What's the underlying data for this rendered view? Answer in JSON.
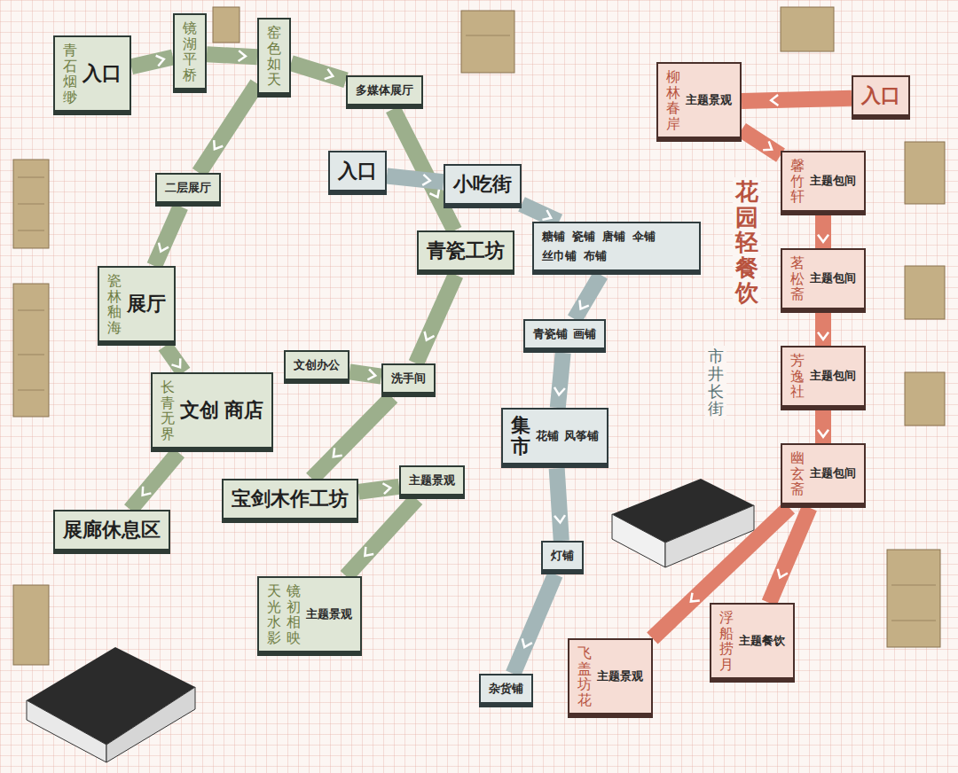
{
  "diagram": {
    "nodes": [
      {
        "text": [
          "青石烟缈",
          "入口"
        ]
      },
      {
        "text": [
          "镜湖平桥"
        ]
      },
      {
        "text": [
          "窑色如天"
        ]
      },
      {
        "text": [
          "多媒体展厅"
        ]
      },
      {
        "text": [
          "二层展厅"
        ]
      },
      {
        "text": [
          "瓷林釉海",
          "展厅"
        ]
      },
      {
        "text": [
          "长青无界",
          "文创",
          "商店"
        ]
      },
      {
        "text": [
          "文创办公"
        ]
      },
      {
        "text": [
          "洗手间"
        ]
      },
      {
        "text": [
          "青瓷工坊"
        ]
      },
      {
        "text": [
          "宝剑木作工坊"
        ]
      },
      {
        "text": [
          "展廊休息区"
        ]
      },
      {
        "text": [
          "主题景观"
        ]
      },
      {
        "text": [
          "天光水影",
          "镜初相映",
          "主题景观"
        ]
      },
      {
        "text": [
          "入口"
        ]
      },
      {
        "text": [
          "小吃街"
        ]
      },
      {
        "text": [
          "糖铺",
          "瓷铺",
          "唐铺",
          "伞铺",
          "丝巾铺",
          "布铺"
        ]
      },
      {
        "text": [
          "柳林春岸",
          "主题景观"
        ]
      },
      {
        "text": [
          "青瓷铺",
          "画铺"
        ]
      },
      {
        "text": [
          "集市",
          "花铺",
          "风筝铺"
        ]
      },
      {
        "text": [
          "灯铺"
        ]
      },
      {
        "text": [
          "杂货铺"
        ]
      },
      {
        "text": [
          "入口"
        ]
      },
      {
        "text": [
          "馨竹轩",
          "主题包间"
        ]
      },
      {
        "text": [
          "茗松斋",
          "主题包间"
        ]
      },
      {
        "text": [
          "芳逸社",
          "主题包间"
        ]
      },
      {
        "text": [
          "幽玄斋",
          "主题包间"
        ]
      },
      {
        "text": [
          "飞盖坊花",
          "主题景观"
        ]
      },
      {
        "text": [
          "浮船捞月",
          "主题餐饮"
        ]
      }
    ],
    "edges": [
      {
        "from": 0,
        "to": 1,
        "arrow": "to"
      },
      {
        "from": 1,
        "to": 2,
        "arrow": "to"
      },
      {
        "from": 2,
        "to": 3,
        "arrow": "to"
      },
      {
        "from": 2,
        "to": 4,
        "arrow": "to"
      },
      {
        "from": 4,
        "to": 5,
        "arrow": "to"
      },
      {
        "from": 5,
        "to": 6,
        "arrow": "to"
      },
      {
        "from": 6,
        "to": 11,
        "arrow": "to"
      },
      {
        "from": 3,
        "to": 9,
        "arrow": "to"
      },
      {
        "from": 9,
        "to": 8,
        "arrow": "to"
      },
      {
        "from": 7,
        "to": 8,
        "arrow": "to"
      },
      {
        "from": 8,
        "to": 10,
        "arrow": "to"
      },
      {
        "from": 10,
        "to": 12,
        "arrow": "to"
      },
      {
        "from": 12,
        "to": 13,
        "arrow": "to"
      },
      {
        "from": 14,
        "to": 15,
        "arrow": "to"
      },
      {
        "from": 15,
        "to": 16,
        "arrow": "to"
      },
      {
        "from": 16,
        "to": 18,
        "arrow": "to"
      },
      {
        "from": 18,
        "to": 19,
        "arrow": "to"
      },
      {
        "from": 19,
        "to": 20,
        "arrow": "to"
      },
      {
        "from": 20,
        "to": 21,
        "arrow": "to"
      },
      {
        "from": 22,
        "to": 17,
        "arrow": "to"
      },
      {
        "from": 17,
        "to": 23,
        "arrow": "to"
      },
      {
        "from": 23,
        "to": 24,
        "arrow": "to"
      },
      {
        "from": 24,
        "to": 25,
        "arrow": "to"
      },
      {
        "from": 25,
        "to": 26,
        "arrow": "to"
      },
      {
        "from": 26,
        "to": 27,
        "arrow": "to"
      },
      {
        "from": 26,
        "to": 28,
        "arrow": "to"
      }
    ],
    "labels": [
      "花园轻餐饮",
      "市井长街"
    ]
  }
}
